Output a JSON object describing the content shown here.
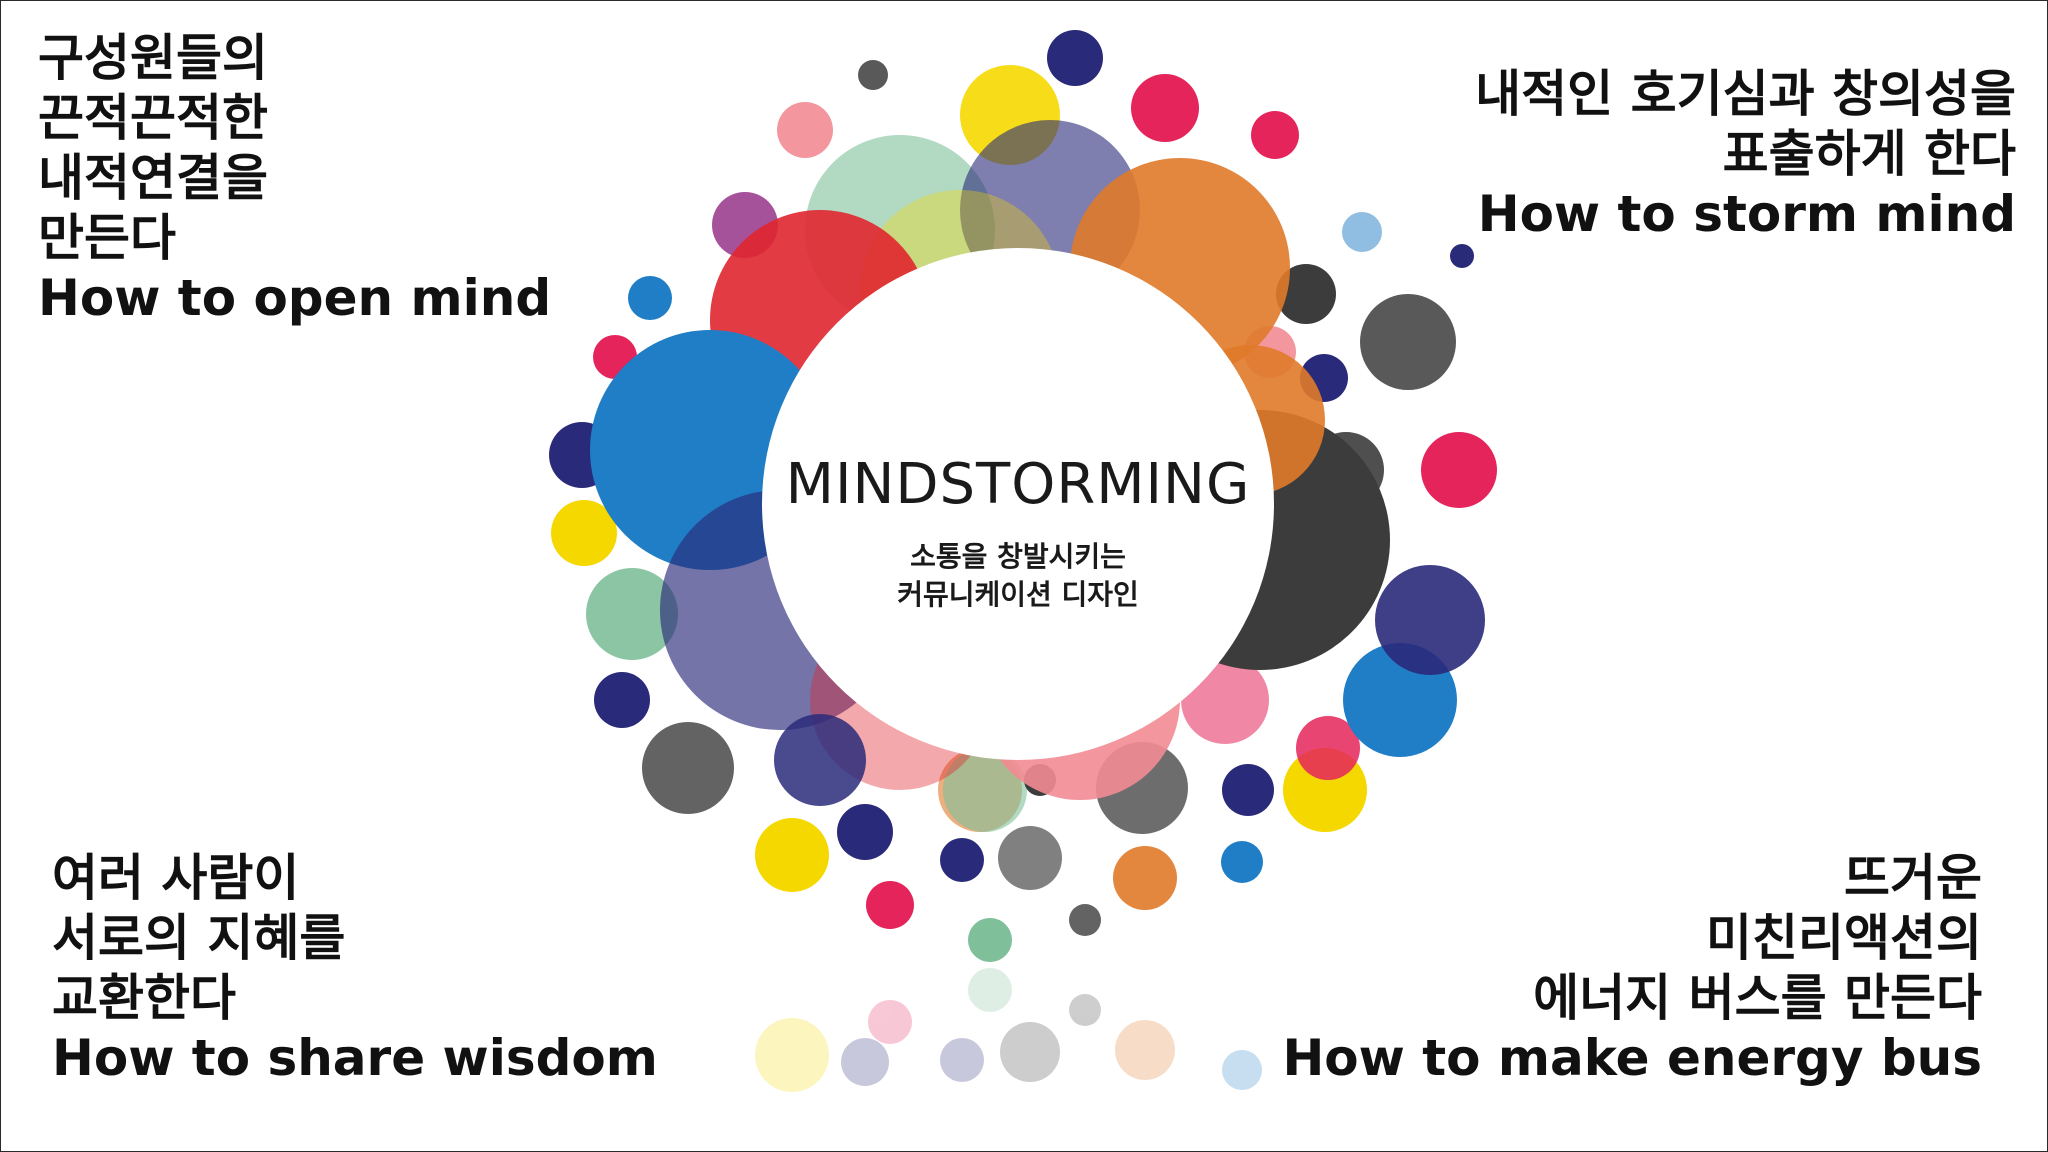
{
  "slide": {
    "center": {
      "title": "MINDSTORMING",
      "subtitle": [
        "소통을 창발시키는",
        "커뮤니케이션 디자인"
      ]
    },
    "top_left": [
      "구성원들의",
      "끈적끈적한",
      "내적연결을",
      "만든다",
      "How to open mind"
    ],
    "top_right": [
      "내적인 호기심과 창의성을",
      "표출하게 한다",
      "How to storm mind"
    ],
    "bottom_left": [
      "여러 사람이",
      "서로의 지혜를",
      "교환한다",
      "How to share wisdom"
    ],
    "bottom_right": [
      "뜨거운",
      "미친리액션의",
      "에너지 버스를 만든다",
      "How to make energy bus"
    ]
  },
  "colors": {
    "red": "#e0262f",
    "blue": "#1f7ec5",
    "orange": "#e07a2a",
    "yellow": "#f5d800",
    "navy": "#2a2a7a",
    "teal": "#7fbf9a",
    "pink": "#f28b94",
    "gray": "#3c3c3c",
    "crimson": "#e4245a",
    "purple": "#9b3f8f"
  },
  "icons": {
    "center": "circle-burst-graphic"
  }
}
